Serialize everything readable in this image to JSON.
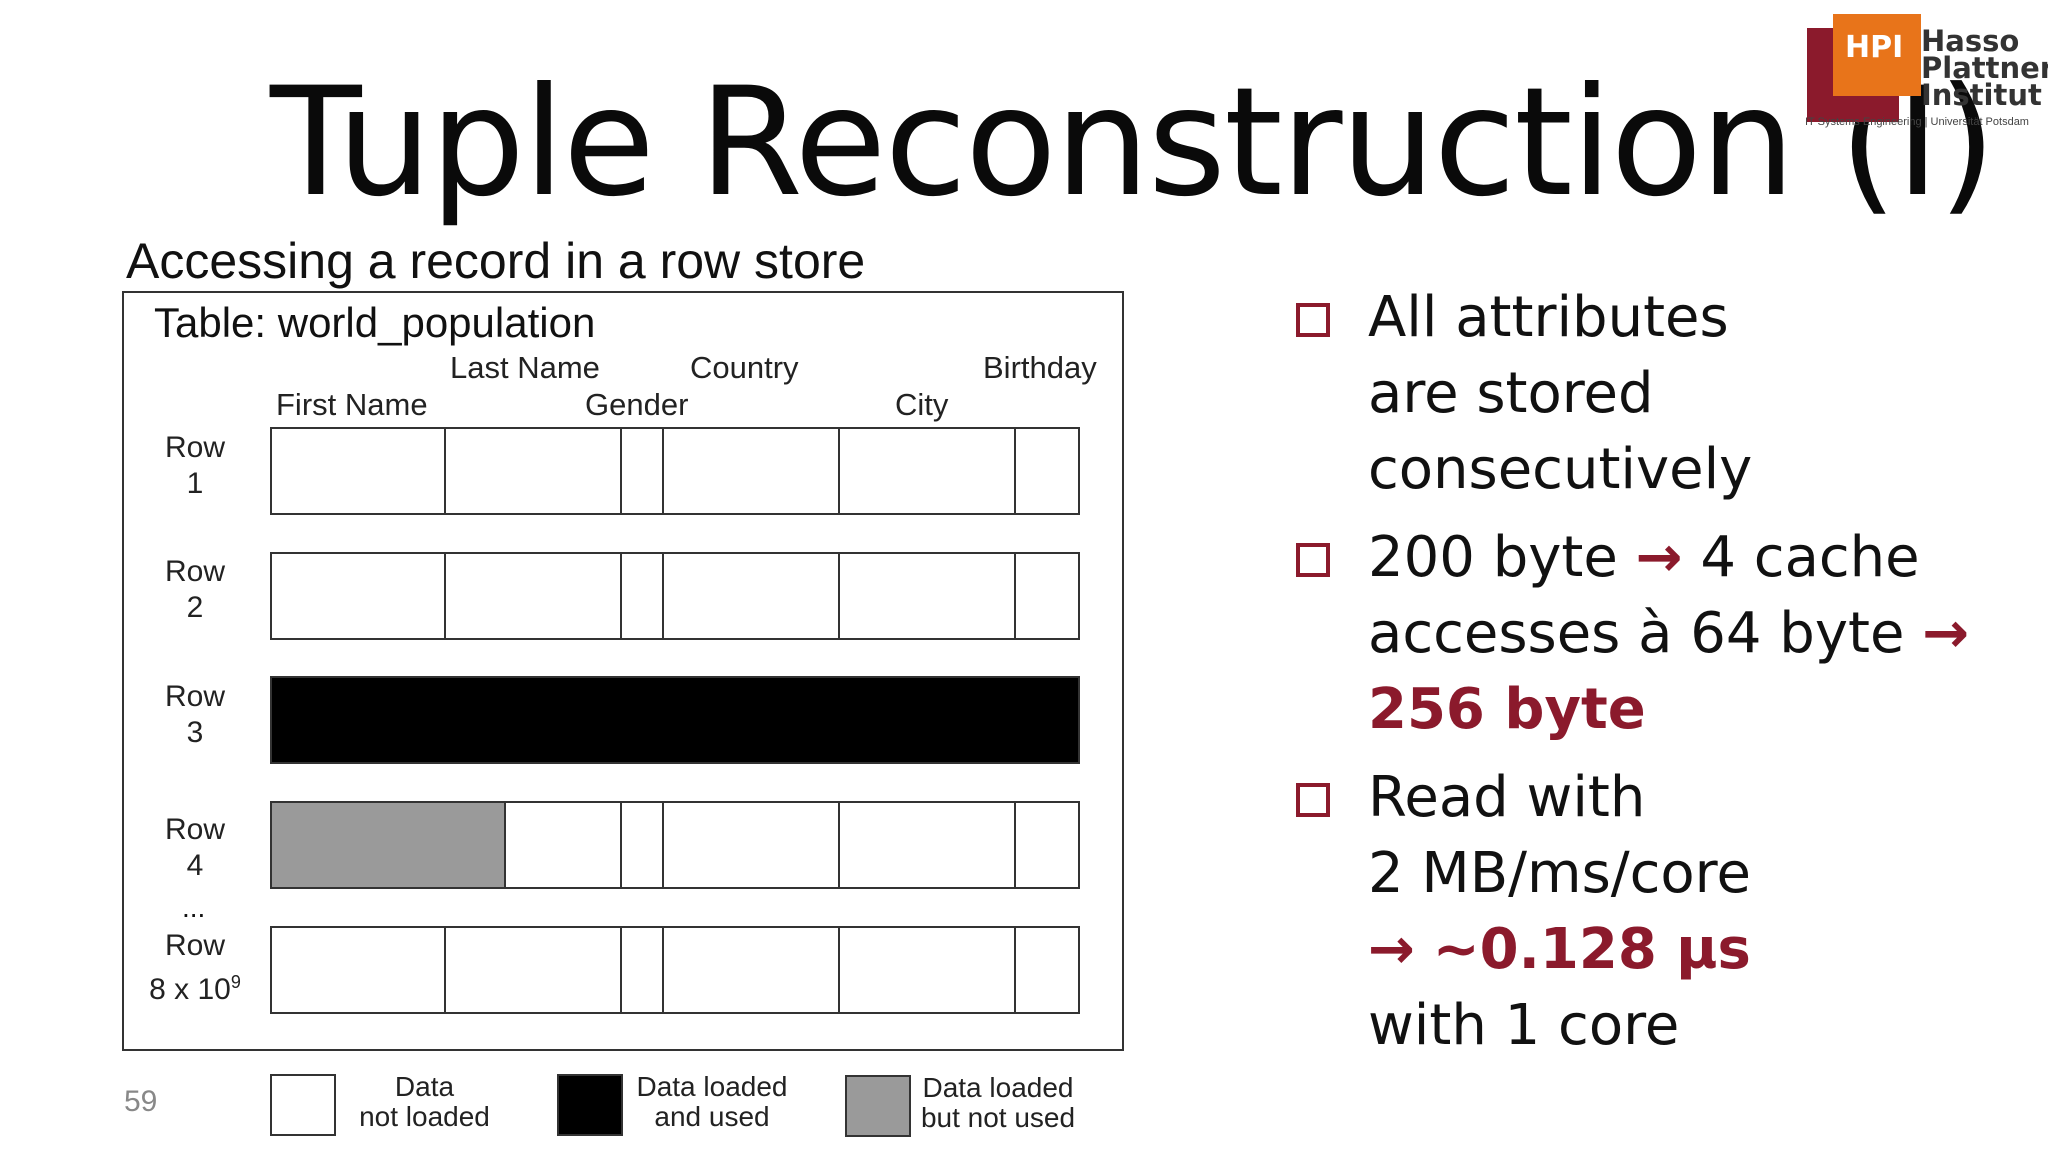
{
  "slide": {
    "title": "Tuple Reconstruction (I)",
    "subtitle": "Accessing a record in a row store",
    "page_number": "59"
  },
  "logo": {
    "mark": "HPI",
    "name_line1": "Hasso",
    "name_line2": "Plattner",
    "name_line3": "Institut",
    "tagline": "IT Systems Engineering | Universität Potsdam",
    "colors": {
      "dark": "#8b1a2c",
      "orange": "#e8741a"
    }
  },
  "table": {
    "caption": "Table: world_population",
    "columns_top": [
      "Last Name",
      "Country",
      "Birthday"
    ],
    "columns_bottom": [
      "First Name",
      "Gender",
      "City"
    ],
    "rows": [
      {
        "label_line1": "Row",
        "label_line2": "1",
        "state": "not-loaded"
      },
      {
        "label_line1": "Row",
        "label_line2": "2",
        "state": "not-loaded"
      },
      {
        "label_line1": "Row",
        "label_line2": "3",
        "state": "loaded-used"
      },
      {
        "label_line1": "Row",
        "label_line2": "4",
        "state": "partial-loaded-not-used"
      },
      {
        "label_line1": "Row",
        "label_line2": "8 x 10",
        "label_sup": "9",
        "state": "not-loaded"
      }
    ],
    "ellipsis": "..."
  },
  "legend": [
    {
      "line1": "Data",
      "line2": "not loaded",
      "color": "#ffffff"
    },
    {
      "line1": "Data loaded",
      "line2": "and used",
      "color": "#000000"
    },
    {
      "line1": "Data loaded",
      "line2": "but not used",
      "color": "#9a9a9a"
    }
  ],
  "bullets": {
    "b1": {
      "line1": "All attributes",
      "line2": "are stored",
      "line3": "consecutively"
    },
    "b2": {
      "line1_a": "200 byte",
      "arrow": "→",
      "line1_b": "4 cache",
      "line2": "accesses à 64 byte",
      "line3": "256 byte"
    },
    "b3": {
      "line1": "Read with",
      "line2": "2 MB/ms/core",
      "line3": "~0.128 µs",
      "line4": "with 1 core"
    }
  }
}
